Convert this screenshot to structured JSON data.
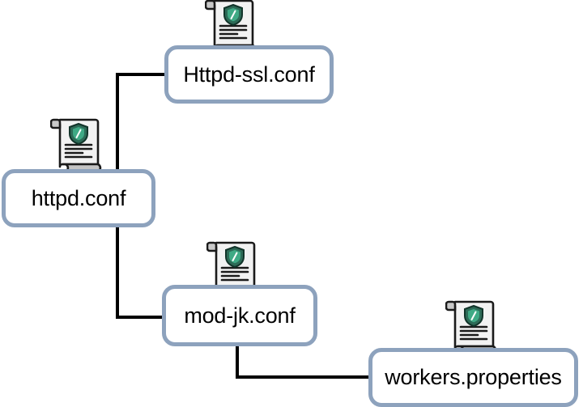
{
  "diagram": {
    "type": "tree",
    "title": "",
    "background_color": "#ffffff",
    "node_border_color": "#8da2bd",
    "node_fill_color": "#ffffff",
    "connector_color": "#000000",
    "icon": {
      "name": "document-shield-icon",
      "paper_color": "#f2f2f2",
      "outline_color": "#1a1a1a",
      "shield_color": "#2d6b57",
      "shield_inner_color": "#3faa85",
      "curl_color": "#b3b3b3",
      "text_line_color": "#1a1a1a"
    },
    "nodes": [
      {
        "id": "httpd",
        "label": "httpd.conf",
        "icon": "document-shield-icon"
      },
      {
        "id": "httpd-ssl",
        "label": "Httpd-ssl.conf",
        "icon": "document-shield-icon"
      },
      {
        "id": "modjk",
        "label": "mod-jk.conf",
        "icon": "document-shield-icon"
      },
      {
        "id": "workers",
        "label": "workers.properties",
        "icon": "document-shield-icon"
      }
    ],
    "edges": [
      {
        "from": "httpd",
        "to": "httpd-ssl"
      },
      {
        "from": "httpd",
        "to": "modjk"
      },
      {
        "from": "modjk",
        "to": "workers"
      }
    ]
  }
}
